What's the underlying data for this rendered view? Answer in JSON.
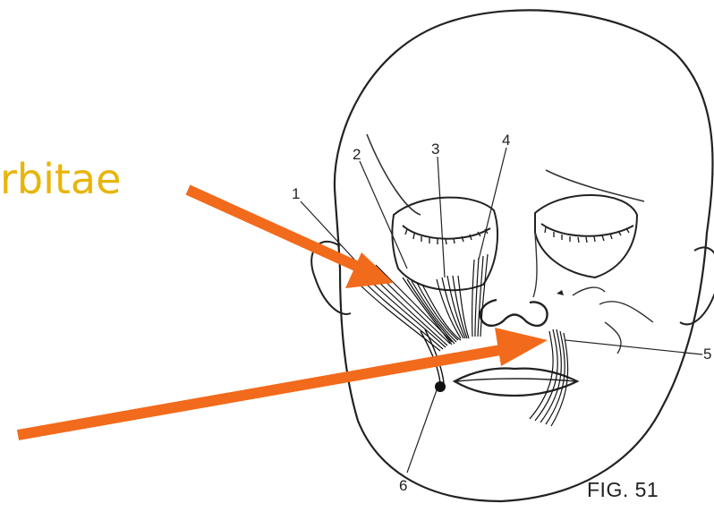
{
  "slide": {
    "title": "rbitae",
    "title_color": "#e8b50a",
    "arrow_color": "#f26a1b"
  },
  "figure": {
    "label": "FIG. 51",
    "callouts": [
      "1",
      "2",
      "3",
      "4",
      "5",
      "6"
    ]
  }
}
